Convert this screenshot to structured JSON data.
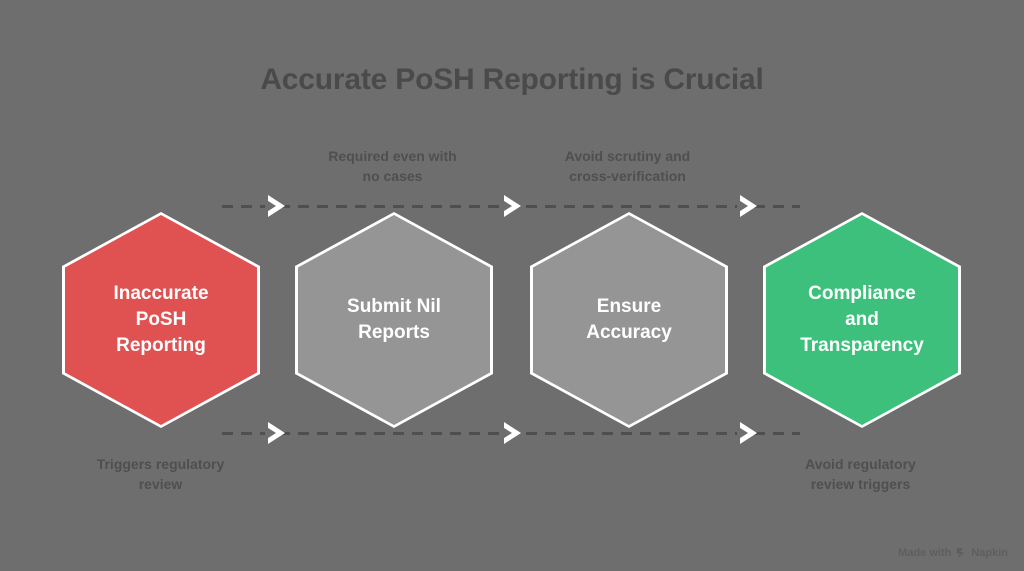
{
  "title": "Accurate PoSH Reporting is Crucial",
  "colors": {
    "background": "#6e6e6e",
    "title_text": "#4a4a4a",
    "red": "#e05252",
    "green": "#3dc07c",
    "gray": "#959595",
    "node_border": "#ffffff",
    "node_text": "#ffffff",
    "line": "#4f4f4f",
    "arrow": "#ffffff"
  },
  "nodes": [
    {
      "id": "inaccurate-posh-reporting",
      "label": "Inaccurate\nPoSH\nReporting",
      "color": "#e05252"
    },
    {
      "id": "submit-nil-reports",
      "label": "Submit Nil\nReports",
      "color": "#959595"
    },
    {
      "id": "ensure-accuracy",
      "label": "Ensure\nAccuracy",
      "color": "#959595"
    },
    {
      "id": "compliance-and-transparency",
      "label": "Compliance\nand\nTransparency",
      "color": "#3dc07c"
    }
  ],
  "top_labels": [
    {
      "id": "required-even-with-no-cases",
      "text": "Required even with\nno cases"
    },
    {
      "id": "avoid-scrutiny-and-cross-verification",
      "text": "Avoid scrutiny and\ncross-verification"
    }
  ],
  "bottom_labels": [
    {
      "id": "triggers-regulatory-review",
      "text": "Triggers regulatory\nreview"
    },
    {
      "id": "avoid-regulatory-review-triggers",
      "text": "Avoid regulatory\nreview triggers"
    }
  ],
  "watermark": {
    "prefix": "Made with",
    "brand": "Napkin"
  }
}
